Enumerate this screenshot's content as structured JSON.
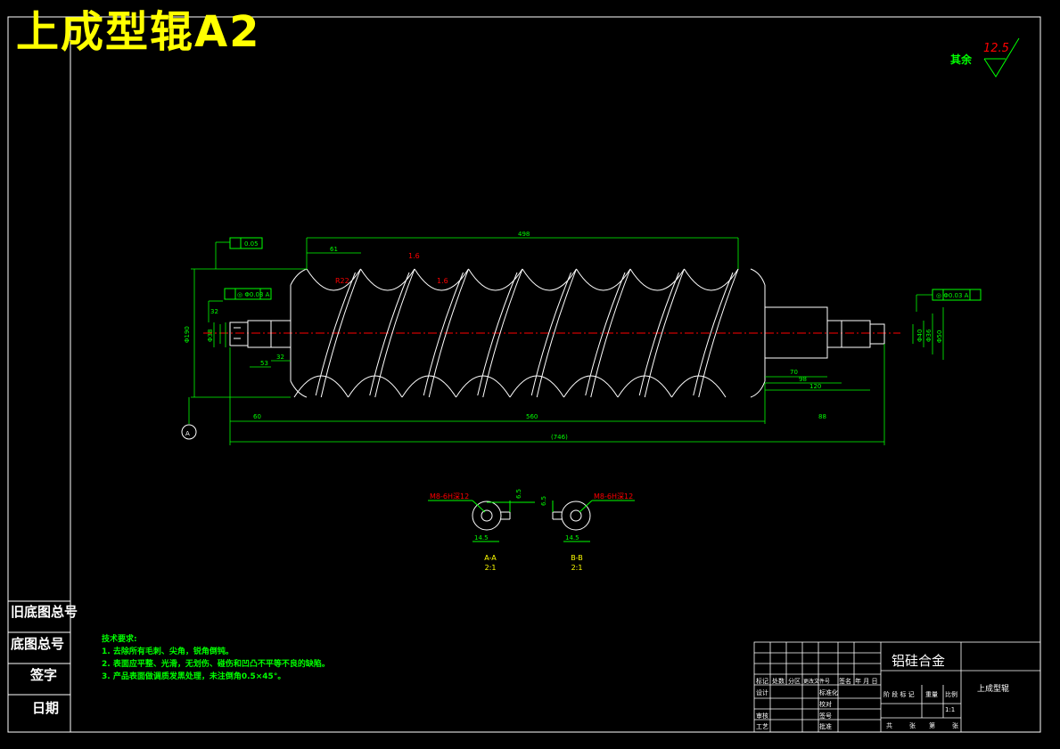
{
  "title": "上成型辊A2",
  "roughness": {
    "label": "其余",
    "value": "12.5"
  },
  "side_labels": [
    "旧底图总号",
    "底图总号",
    "签字",
    "日期"
  ],
  "notes": {
    "heading": "技术要求:",
    "items": [
      "1. 去除所有毛刺、尖角，锐角倒钝。",
      "2. 表面应平整、光滑，无划伤、碰伤和凹凸不平等不良的缺陷。",
      "3. 产品表面做调质发黑处理，未注倒角0.5×45°。"
    ]
  },
  "title_block": {
    "material": "铝硅合金",
    "part_name": "上成型辊",
    "row_labels": [
      "标记",
      "处数",
      "分区",
      "更改文件号",
      "签名",
      "年 月 日"
    ],
    "design": "设计",
    "standardize": "标准化",
    "review": "审核",
    "process": "工艺",
    "approve": "批准",
    "check": "校对",
    "stage_labels": [
      "阶 段 标 记",
      "重量",
      "比例"
    ],
    "sheet_labels": [
      "共",
      "张",
      "第",
      "张"
    ],
    "scale": "1:1",
    "sign": "签号"
  },
  "dimensions": {
    "overall_length": "(746)",
    "body_length": "560",
    "thread_length": "498",
    "left_offset": "60",
    "right_offset": "88",
    "pitch": "61",
    "radius": "R22",
    "rough_16a": "1.6",
    "rough_16b": "1.6",
    "runout": "0.05",
    "coax_left": "◎ Φ0.03 A",
    "coax_right": "◎ Φ0.03 A",
    "dia_190": "Φ190",
    "dia_38": "Φ38",
    "dia_36": "Φ36",
    "dia_40": "Φ40",
    "dia_50": "Φ50",
    "len_32": "32",
    "len_53": "53",
    "len_70": "70",
    "len_98": "98",
    "len_120": "120",
    "datum": "A"
  },
  "sections": {
    "aa_label": "A-A",
    "aa_scale": "2:1",
    "bb_label": "B-B",
    "bb_scale": "2:1",
    "thread_a": "M8-6H深12",
    "thread_b": "M8-6H深12",
    "w_a": "14.5",
    "w_b": "14.5",
    "h_a": "6.5",
    "h_b": "6.5"
  }
}
